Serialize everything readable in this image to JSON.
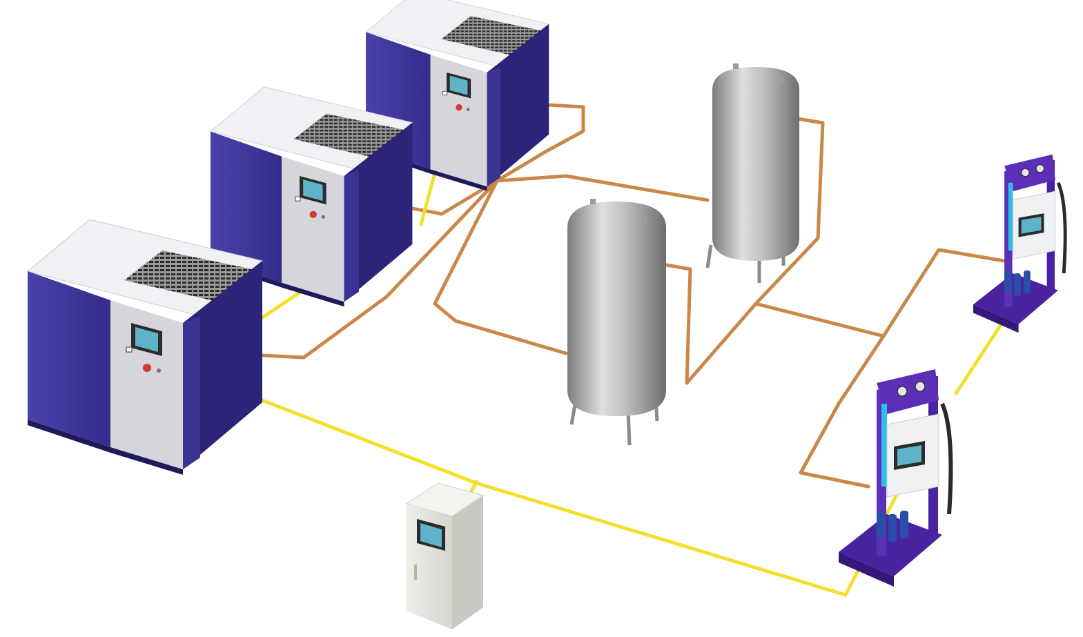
{
  "diagram": {
    "background": "#ffffff",
    "colors": {
      "compressor_body": "#3b3496",
      "compressor_body_dark": "#272070",
      "compressor_top": "#eeeff3",
      "control_panel": "#d7d8dd",
      "screen_frame": "#2b2b2b",
      "screen": "#5fb3c9",
      "emergency_stop": "#d23a2a",
      "tank_light": "#d9d9d9",
      "tank_dark": "#8b8b8b",
      "copper_pipe": "#c9884a",
      "signal_cable": "#f2e02a",
      "purifier_frame": "#5b2fb8",
      "purifier_panel": "#eef0f2",
      "cabinet": "#e6e6e0"
    },
    "compressors": [
      {
        "id": "compressor-1",
        "icon": "air-compressor-icon"
      },
      {
        "id": "compressor-2",
        "icon": "air-compressor-icon"
      },
      {
        "id": "compressor-3",
        "icon": "air-compressor-icon"
      }
    ],
    "receiver_tanks": [
      {
        "id": "tank-1",
        "icon": "air-receiver-tank-icon"
      },
      {
        "id": "tank-2",
        "icon": "air-receiver-tank-icon"
      }
    ],
    "treatment_units": [
      {
        "id": "purifier-1",
        "icon": "air-purifier-icon"
      },
      {
        "id": "purifier-2",
        "icon": "air-purifier-icon"
      }
    ],
    "controller": {
      "id": "central-controller",
      "icon": "control-cabinet-icon"
    }
  }
}
